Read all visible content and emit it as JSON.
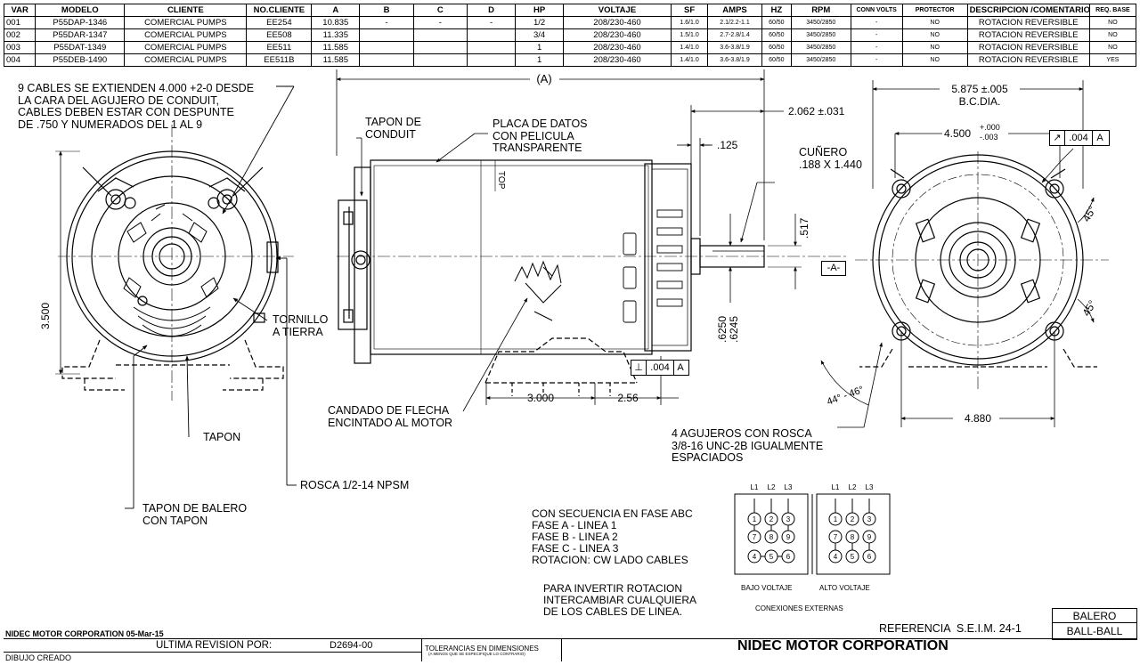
{
  "table": {
    "headers": [
      "VAR",
      "MODELO",
      "CLIENTE",
      "NO.CLIENTE",
      "A",
      "B",
      "C",
      "D",
      "HP",
      "VOLTAJE",
      "SF",
      "AMPS",
      "HZ",
      "RPM",
      "CONN VOLTS",
      "PROTECTOR",
      "DESCRIPCION /COMENTARIOS",
      "REQ. BASE"
    ],
    "rows": [
      [
        "001",
        "P55DAP-1346",
        "COMERCIAL PUMPS",
        "EE254",
        "10.835",
        "-",
        "-",
        "-",
        "1/2",
        "208/230-460",
        "1.6/1.0",
        "2.1/2.2-1.1",
        "60/50",
        "3450/2850",
        "-",
        "NO",
        "ROTACION REVERSIBLE",
        "NO"
      ],
      [
        "002",
        "P55DAR-1347",
        "COMERCIAL PUMPS",
        "EE508",
        "11.335",
        "",
        "",
        "",
        "3/4",
        "208/230-460",
        "1.5/1.0",
        "2.7-2.8/1.4",
        "60/50",
        "3450/2850",
        "-",
        "NO",
        "ROTACION REVERSIBLE",
        "NO"
      ],
      [
        "003",
        "P55DAT-1349",
        "COMERCIAL PUMPS",
        "EE511",
        "11.585",
        "",
        "",
        "",
        "1",
        "208/230-460",
        "1.4/1.0",
        "3.6-3.8/1.9",
        "60/50",
        "3450/2850",
        "-",
        "NO",
        "ROTACION REVERSIBLE",
        "NO"
      ],
      [
        "004",
        "P55DEB-1490",
        "COMERCIAL PUMPS",
        "EE511B",
        "11.585",
        "",
        "",
        "",
        "1",
        "208/230-460",
        "1.4/1.0",
        "3.6-3.8/1.9",
        "60/50",
        "3450/2850",
        "-",
        "NO",
        "ROTACION REVERSIBLE",
        "YES"
      ]
    ]
  },
  "notes": {
    "cables": "9 CABLES SE EXTIENDEN 4.000 +2-0 DESDE\nLA CARA DEL AGUJERO DE CONDUIT,\nCABLES DEBEN ESTAR CON DESPUNTE\nDE .750 Y NUMERADOS DEL 1 AL 9",
    "tapon_conduit": "TAPON DE\nCONDUIT",
    "placa": "PLACA DE DATOS\nCON PELICULA\nTRANSPARENTE",
    "cunero": "CUÑERO\n.188 X 1.440",
    "tornillo": "TORNILLO\nA TIERRA",
    "candado": "CANDADO DE FLECHA\nENCINTADO AL MOTOR",
    "agujeros": "4 AGUJEROS CON ROSCA\n3/8-16 UNC-2B IGUALMENTE\nESPACIADOS",
    "tapon": "TAPON",
    "rosca": "ROSCA 1/2-14 NPSM",
    "tapon_balero": "TAPON DE BALERO\nCON TAPON",
    "secuencia": "CON SECUENCIA EN FASE ABC\nFASE A - LINEA 1\nFASE B - LINEA 2\nFASE C - LINEA 3\nROTACION: CW LADO CABLES",
    "invertir": "PARA INVERTIR ROTACION\nINTERCAMBIAR CUALQUIERA\nDE LOS CABLES DE LINEA."
  },
  "dimensions": {
    "a": "(A)",
    "d2062": "2.062 ±.031",
    "d125": ".125",
    "d517": ".517",
    "d6250": ".6250",
    "d6245": ".6245",
    "d3500": "3.500",
    "d3000": "3.000",
    "d256": "2.56",
    "d5875": "5.875 ±.005",
    "bcdia": "B.C.DIA.",
    "d4500": "4.500",
    "d4500_plus": "+.000",
    "d4500_minus": "-.003",
    "tol_004_top": ".004",
    "datum_a_top": "A",
    "tol_004_bottom": ".004",
    "datum_a_bottom": "A",
    "datum_a_shaft": "-A-",
    "angle45_top": "45°",
    "angle45_bottom": "45°",
    "angle4446": "44° - 46°",
    "d4880": "4.880",
    "top_label": "TOP"
  },
  "wiring": {
    "low_lines": [
      "L1",
      "L2",
      "L3"
    ],
    "high_lines": [
      "L1",
      "L2",
      "L3"
    ],
    "rows": [
      [
        "1",
        "2",
        "3"
      ],
      [
        "7",
        "8",
        "9"
      ],
      [
        "4",
        "5",
        "6"
      ]
    ],
    "low_label": "BAJO VOLTAJE",
    "high_label": "ALTO VOLTAJE",
    "external": "CONEXIONES EXTERNAS"
  },
  "titleblock": {
    "reference": "REFERENCIA  S.E.I.M. 24-1",
    "balero_label": "BALERO",
    "balero_value": "BALL-BALL",
    "company_date": "NIDEC MOTOR CORPORATION 05-Mar-15",
    "ultima": "ULTIMA REVISION POR:",
    "drawing_no": "D2694-00",
    "tolerancias": "TOLERANCIAS EN DIMENSIONES",
    "tolerancias_sub": "(A MENOS QUE SE ESPECIFIQUE LO CONTRARIO)",
    "company": "NIDEC MOTOR CORPORATION",
    "dibujo": "DIBUJO CREADO"
  }
}
